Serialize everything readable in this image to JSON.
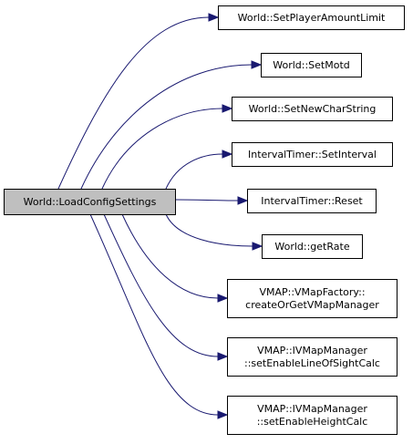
{
  "colors": {
    "root_fill": "#bfbfbf",
    "node_fill": "#ffffff",
    "edge": "#191970",
    "border": "#000000"
  },
  "diagram": {
    "root": {
      "id": "load-config-settings",
      "lines": [
        "World::LoadConfigSettings"
      ]
    },
    "callees": [
      {
        "id": "set-player-amount-limit",
        "lines": [
          "World::SetPlayerAmountLimit"
        ]
      },
      {
        "id": "set-motd",
        "lines": [
          "World::SetMotd"
        ]
      },
      {
        "id": "set-new-char-string",
        "lines": [
          "World::SetNewCharString"
        ]
      },
      {
        "id": "set-interval",
        "lines": [
          "IntervalTimer::SetInterval"
        ]
      },
      {
        "id": "reset",
        "lines": [
          "IntervalTimer::Reset"
        ]
      },
      {
        "id": "get-rate",
        "lines": [
          "World::getRate"
        ]
      },
      {
        "id": "create-or-get-vmap-manager",
        "lines": [
          "VMAP::VMapFactory::",
          "createOrGetVMapManager"
        ]
      },
      {
        "id": "set-enable-line-of-sight-calc",
        "lines": [
          "VMAP::IVMapManager",
          "::setEnableLineOfSightCalc"
        ]
      },
      {
        "id": "set-enable-height-calc",
        "lines": [
          "VMAP::IVMapManager",
          "::setEnableHeightCalc"
        ]
      }
    ]
  }
}
